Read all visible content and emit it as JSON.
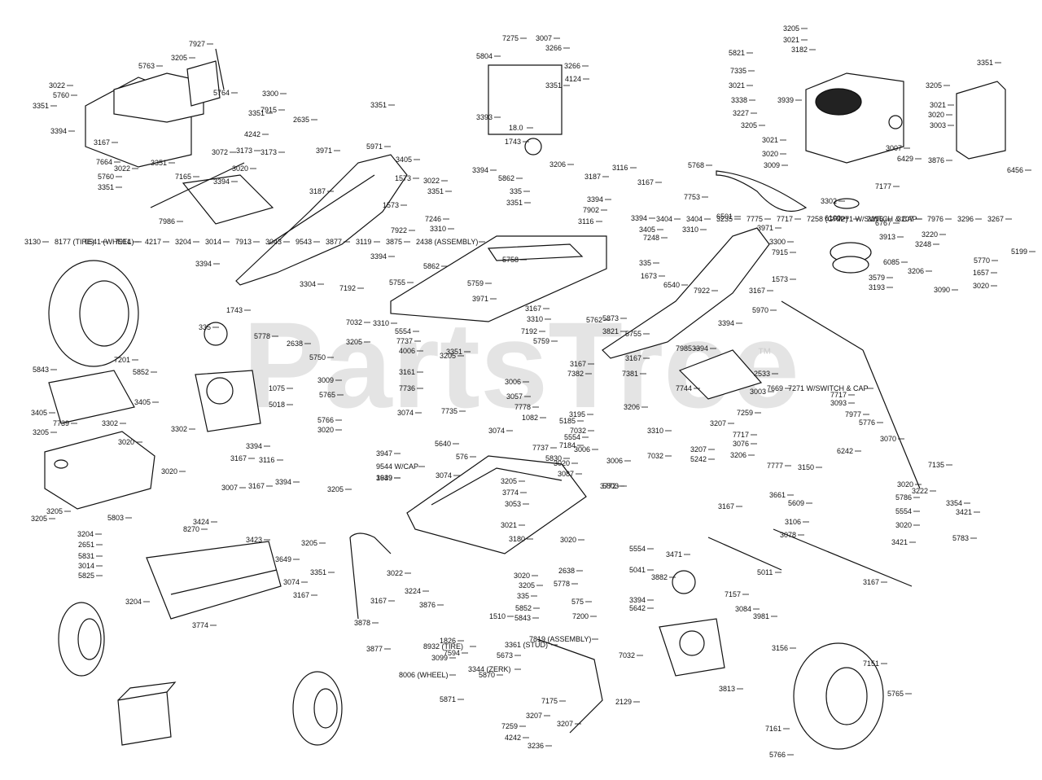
{
  "watermark": {
    "text": "PartsTree",
    "mark": "™"
  },
  "part_labels": [
    "7927",
    "3205",
    "5763",
    "5764",
    "3022",
    "5760",
    "3351",
    "3394",
    "3167",
    "7664",
    "3351",
    "3022",
    "5760",
    "3351",
    "7165",
    "7986",
    "3072",
    "3020",
    "3394",
    "3300",
    "7915",
    "3351",
    "2635",
    "4242",
    "3173",
    "3173",
    "3351",
    "7275",
    "3007",
    "3266",
    "3266",
    "5804",
    "4124",
    "3351",
    "3393",
    "18.0",
    "1743",
    "3206",
    "3205",
    "3021",
    "3182",
    "5821",
    "7335",
    "3021",
    "3338",
    "3227",
    "3939",
    "3205",
    "3021",
    "3020",
    "3003",
    "3205",
    "3021",
    "3020",
    "3009",
    "3007",
    "6429",
    "3876",
    "7177",
    "3351",
    "6456",
    "5768",
    "3971",
    "5971",
    "3405",
    "1573",
    "3022",
    "3351",
    "1573",
    "3187",
    "7246",
    "3310",
    "7922",
    "3394",
    "3394",
    "5862",
    "335",
    "3351",
    "5862",
    "5759",
    "5755",
    "5758",
    "3971",
    "3394",
    "3304",
    "7192",
    "3116",
    "3187",
    "3394",
    "3167",
    "7902",
    "3394",
    "3116",
    "7753",
    "6501",
    "3405",
    "7248",
    "3310",
    "3971",
    "3300",
    "7915",
    "335",
    "1673",
    "7922",
    "3167",
    "1573",
    "3302",
    "6100",
    "6767",
    "3913",
    "6085",
    "3579",
    "3193",
    "3220",
    "3248",
    "5770",
    "5199",
    "1657",
    "3020",
    "3090",
    "3206",
    "1743",
    "335",
    "5778",
    "2638",
    "7201",
    "5852",
    "5843",
    "3405",
    "3405",
    "7739",
    "3302",
    "3302",
    "5750",
    "3009",
    "1075",
    "5765",
    "5018",
    "5766",
    "3020",
    "3205",
    "7032",
    "3310",
    "5554",
    "7737",
    "4006",
    "3161",
    "7736",
    "3074",
    "6540",
    "5762",
    "3821",
    "5873",
    "3167",
    "7192",
    "3310",
    "5759",
    "3351",
    "5755",
    "3167",
    "5970",
    "3394",
    "7744",
    "2533",
    "7985",
    "3394",
    "3205",
    "3006",
    "3167",
    "7382",
    "7381",
    "3057",
    "7778",
    "1082",
    "5185",
    "7184",
    "3195",
    "3206",
    "3310",
    "3006",
    "7032",
    "7032",
    "5554",
    "7737",
    "3006",
    "7735",
    "3074",
    "5640",
    "576",
    "3074",
    "3205",
    "3774",
    "3053",
    "3021",
    "3180",
    "1939",
    "5830",
    "3772",
    "3020",
    "3087",
    "5803",
    "3020",
    "3205",
    "3020",
    "3020",
    "3007",
    "3205",
    "3205",
    "5803",
    "3394",
    "3167",
    "3116",
    "3167",
    "3394",
    "3205",
    "3947",
    "9544 W/CAP",
    "3649",
    "3424",
    "8270",
    "3423",
    "3649",
    "3204",
    "2651",
    "5831",
    "3014",
    "5825",
    "3204",
    "3774",
    "3074",
    "3205",
    "3351",
    "3022",
    "3167",
    "3167",
    "3224",
    "3878",
    "3876",
    "3877",
    "1826",
    "7594",
    "1510",
    "3344 (ZERK)",
    "3003",
    "7669",
    "7259",
    "7271 W/SWITCH & CAP",
    "3093",
    "7717",
    "7977",
    "5776",
    "3207",
    "7717",
    "3076",
    "3206",
    "3207",
    "5242",
    "7777",
    "3150",
    "6242",
    "3070",
    "7135",
    "3020",
    "3222",
    "5786",
    "3354",
    "5554",
    "3421",
    "3020",
    "3421",
    "5783",
    "3167",
    "3661",
    "5609",
    "3106",
    "3078",
    "5011",
    "3167",
    "5554",
    "5041",
    "3394",
    "5642",
    "3471",
    "3882",
    "7157",
    "3084",
    "3981",
    "3156",
    "3813",
    "7151",
    "7161",
    "5765",
    "5766",
    "3020",
    "3205",
    "335",
    "5778",
    "2638",
    "575",
    "7200",
    "5852",
    "5843",
    "7819 (ASSEMBLY)",
    "8932 (TIRE)",
    "3099",
    "8006 (WHEEL)",
    "5871",
    "5870",
    "5673",
    "3361 (STUD)",
    "7032",
    "2129",
    "7175",
    "3207",
    "3207",
    "7259",
    "4242",
    "3236",
    "3404",
    "3404",
    "3235",
    "7775",
    "7717",
    "7258 (GRIP)",
    "7271 W/SWITCH & CAP",
    "3296",
    "3207",
    "7976",
    "3296",
    "3267",
    "3130",
    "8177 (TIRE)",
    "9541 (WHEEL)",
    "7914",
    "4217",
    "3204",
    "3014",
    "7913",
    "3043",
    "9543",
    "3877",
    "3119",
    "3875",
    "2438 (ASSEMBLY)"
  ]
}
